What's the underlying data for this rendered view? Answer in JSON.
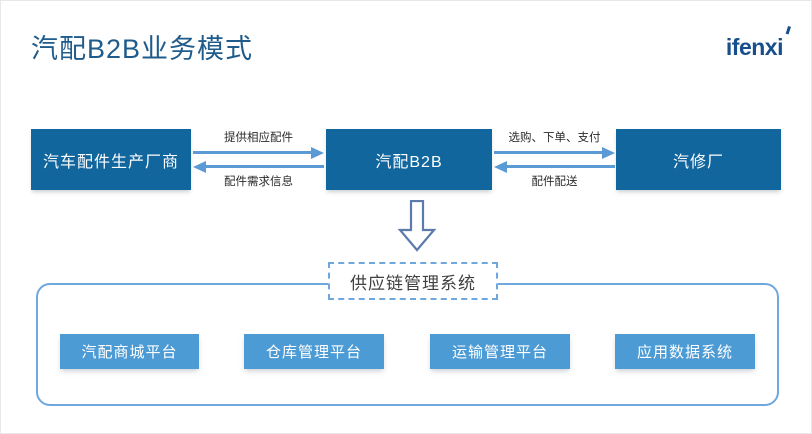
{
  "header": {
    "title": "汽配B2B业务模式",
    "logo_text": "ifenx",
    "logo_accent": "i"
  },
  "flow": {
    "boxes": [
      {
        "label": "汽车配件生产厂商"
      },
      {
        "label": "汽配B2B"
      },
      {
        "label": "汽修厂"
      }
    ],
    "arrow_groups": [
      {
        "name": "manufacturer-to-b2b",
        "forward_label": "提供相应配件",
        "backward_label": "配件需求信息"
      },
      {
        "name": "b2b-to-repair-shop",
        "forward_label": "选购、下单、支付",
        "backward_label": "配件配送"
      }
    ],
    "down_arrow_icon": "down-arrow-icon"
  },
  "system": {
    "title": "供应链管理系统",
    "platforms": [
      {
        "label": "汽配商城平台"
      },
      {
        "label": "仓库管理平台"
      },
      {
        "label": "运输管理平台"
      },
      {
        "label": "应用数据系统"
      }
    ]
  },
  "colors": {
    "title_blue": "#1F5C8B",
    "brand_blue": "#174E8C",
    "box_dark_blue": "#12669E",
    "arrow_blue": "#5B9BD5",
    "button_blue": "#4D9BD4",
    "container_border": "#6FA8DC",
    "down_arrow_outline": "#5B7BAD",
    "background": "#ffffff"
  }
}
